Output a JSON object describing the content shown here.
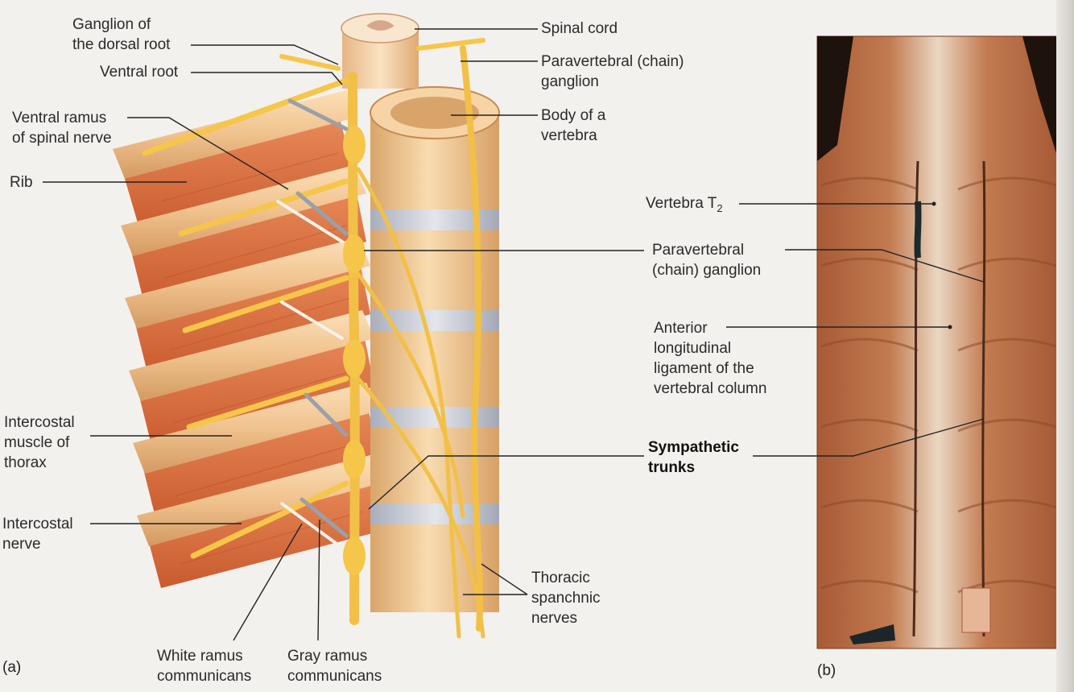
{
  "panels": {
    "a": "(a)",
    "b": "(b)"
  },
  "labels": {
    "ganglion_dorsal_root": "Ganglion of\nthe dorsal root",
    "ventral_root": "Ventral root",
    "ventral_ramus": "Ventral ramus\nof spinal nerve",
    "rib": "Rib",
    "intercostal_muscle": "Intercostal\nmuscle of\nthorax",
    "intercostal_nerve": "Intercostal\nnerve",
    "white_ramus": "White ramus\ncommunicans",
    "gray_ramus": "Gray ramus\ncommunicans",
    "spinal_cord": "Spinal cord",
    "paravertebral_ganglion_a": "Paravertebral (chain)\nganglion",
    "body_of_vertebra": "Body of a\nvertebra",
    "thoracic_splanchnic": "Thoracic\nspanchnic\nnerves",
    "vertebra_t2_prefix": "Vertebra T",
    "vertebra_t2_sub": "2",
    "paravertebral_ganglion_b": "Paravertebral\n(chain) ganglion",
    "anterior_ligament": "Anterior\nlongitudinal\nligament of the\nvertebral column",
    "sympathetic_trunks": "Sympathetic\ntrunks"
  },
  "colors": {
    "muscle": "#e0794a",
    "muscle_dark": "#c85a2e",
    "bone": "#f3cc98",
    "bone_dark": "#d9a56a",
    "nerve": "#f5c64a",
    "nerve_dark": "#e8a92a",
    "disc": "#c9cdd6",
    "photo_bg": "#b8704a",
    "photo_white": "#efe2d4",
    "leader": "#222222"
  }
}
